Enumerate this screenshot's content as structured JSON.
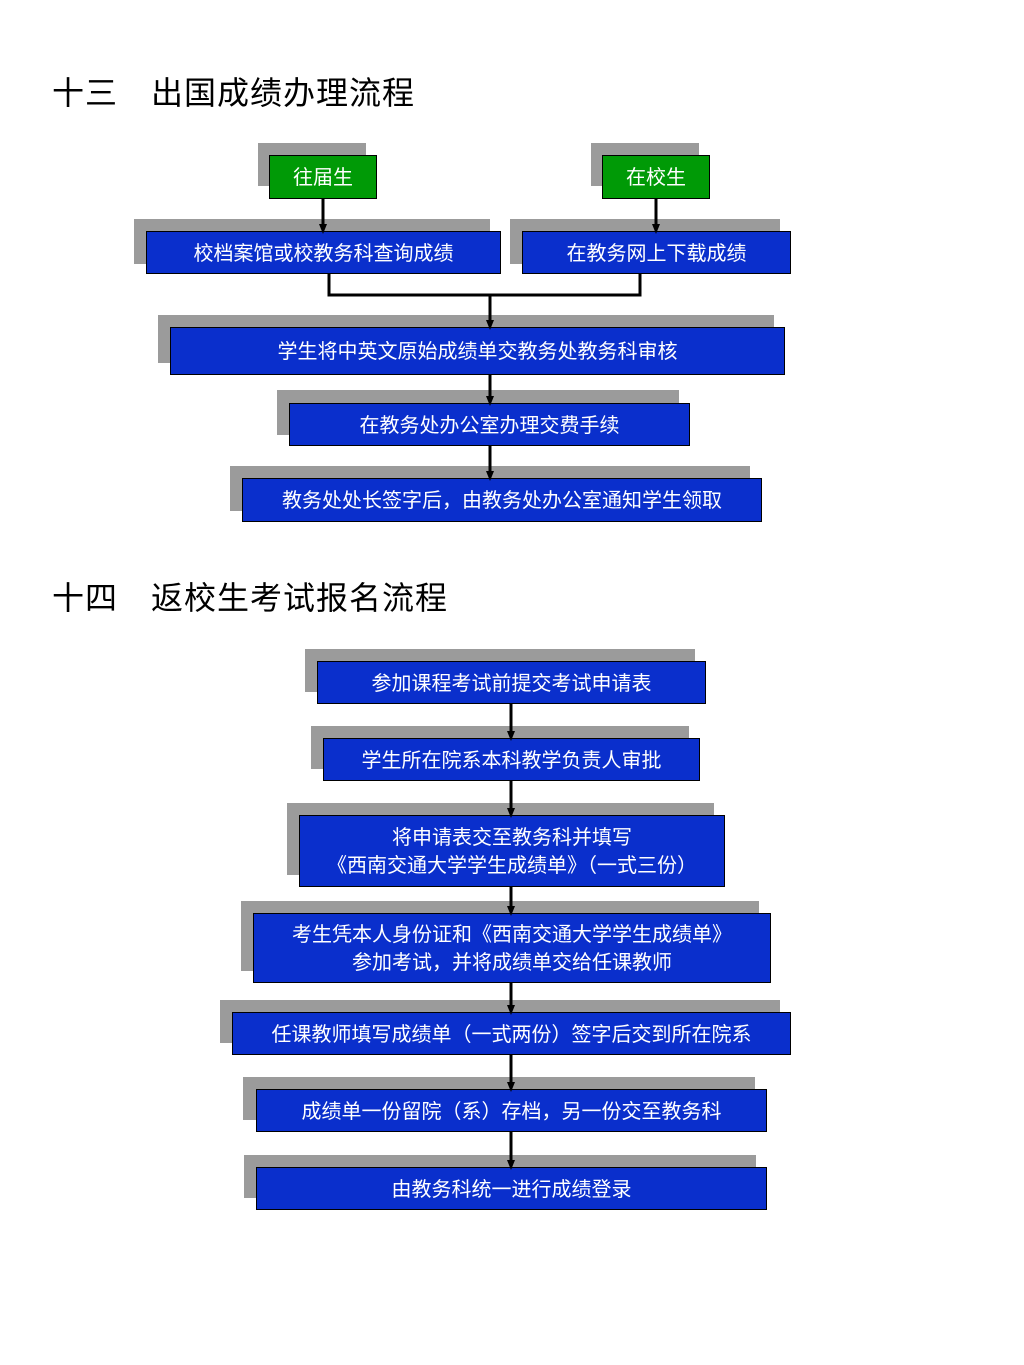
{
  "section13": {
    "title": "十三　出国成绩办理流程",
    "start_past": "往届生",
    "start_current": "在校生",
    "step_archive": "校档案馆或校教务科查询成绩",
    "step_download": "在教务网上下载成绩",
    "step_submit": "学生将中英文原始成绩单交教务处教务科审核",
    "step_fee": "在教务处办公室办理交费手续",
    "step_collect": "教务处处长签字后，由教务处办公室通知学生领取"
  },
  "section14": {
    "title": "十四　返校生考试报名流程",
    "step1": "参加课程考试前提交考试申请表",
    "step2": "学生所在院系本科教学负责人审批",
    "step3_line1": "将申请表交至教务科并填写",
    "step3_line2": "《西南交通大学学生成绩单》（一式三份）",
    "step4_line1": "考生凭本人身份证和《西南交通大学学生成绩单》",
    "step4_line2": "参加考试，并将成绩单交给任课教师",
    "step5": "任课教师填写成绩单（一式两份）签字后交到所在院系",
    "step6": "成绩单一份留院（系）存档，另一份交至教务科",
    "step7": "由教务科统一进行成绩登录"
  },
  "colors": {
    "box_blue": "#0a2fcc",
    "box_green": "#009a06",
    "shadow_gray": "#9b9b9b"
  }
}
